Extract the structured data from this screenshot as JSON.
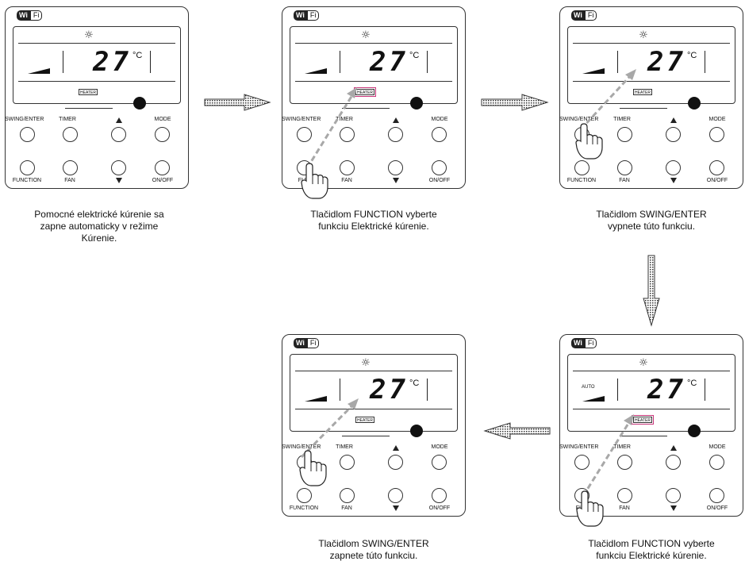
{
  "remote": {
    "wifi_wi": "Wi",
    "wifi_fi": "Fi",
    "temperature": "27",
    "unit": "°C",
    "heater_label": "HEATER",
    "auto_label": "AUTO",
    "sun_icon": "☼",
    "buttons": {
      "swing_enter": "SWING/ENTER",
      "timer": "TIMER",
      "mode": "MODE",
      "function": "FUNCTION",
      "fan": "FAN",
      "onoff": "ON/OFF",
      "function_partial": "FUN"
    }
  },
  "captions": {
    "c1": [
      "Pomocné elektrické kúrenie sa",
      "zapne automaticky v režime",
      "Kúrenie."
    ],
    "c2": [
      "Tlačidlom FUNCTION vyberte",
      "funkciu Elektrické kúrenie."
    ],
    "c3": [
      "Tlačidlom SWING/ENTER",
      "vypnete túto funkciu."
    ],
    "c4": [
      "Tlačidlom SWING/ENTER",
      "zapnete túto funkciu."
    ],
    "c5": [
      "Tlačidlom FUNCTION vyberte",
      "funkciu Elektrické kúrenie."
    ]
  },
  "colors": {
    "highlight": "#c8357a",
    "pointer_arrow": "#a8a8a8"
  }
}
